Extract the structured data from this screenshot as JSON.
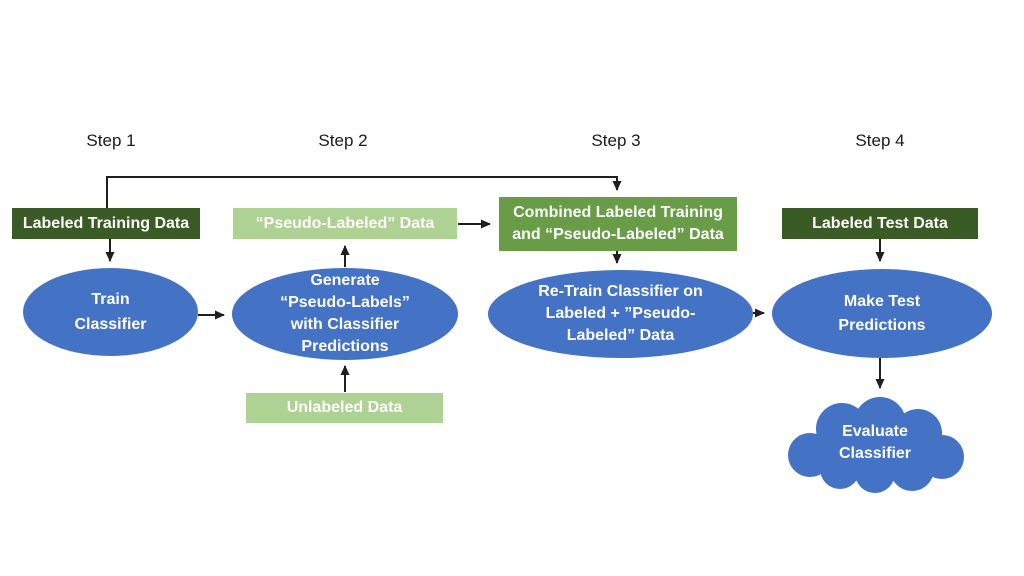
{
  "title": "Pseudo-labeling semi-supervised learning workflow diagram",
  "colors": {
    "background": "#ffffff",
    "blue": "#4472c4",
    "dark-green": "#3b5b26",
    "medium-green": "#689c46",
    "light-green": "#aed293",
    "arrow": "#1f1f1f",
    "text-light": "#ffffff",
    "text-dark": "#1a1a1a"
  },
  "steps": [
    {
      "label": "Step 1"
    },
    {
      "label": "Step 2"
    },
    {
      "label": "Step 3"
    },
    {
      "label": "Step 4"
    }
  ],
  "nodes": {
    "labeled_training_data": {
      "label": "Labeled Training Data"
    },
    "pseudo_labeled_data": {
      "label": "“Pseudo-Labeled” Data"
    },
    "combined_data": {
      "lines": [
        "Combined Labeled Training",
        "and “Pseudo-Labeled” Data"
      ]
    },
    "labeled_test_data": {
      "label": "Labeled Test Data"
    },
    "unlabeled_data": {
      "label": "Unlabeled Data"
    },
    "train_classifier": {
      "lines": [
        "Train",
        "Classifier"
      ]
    },
    "generate_pseudo_labels": {
      "lines": [
        "Generate",
        "“Pseudo-Labels”",
        "with Classifier",
        "Predictions"
      ]
    },
    "retrain_classifier": {
      "lines": [
        "Re-Train Classifier on",
        "Labeled + ”Pseudo-",
        "Labeled” Data"
      ]
    },
    "make_test_predictions": {
      "lines": [
        "Make Test",
        "Predictions"
      ]
    },
    "evaluate_classifier": {
      "lines": [
        "Evaluate",
        "Classifier"
      ]
    }
  }
}
